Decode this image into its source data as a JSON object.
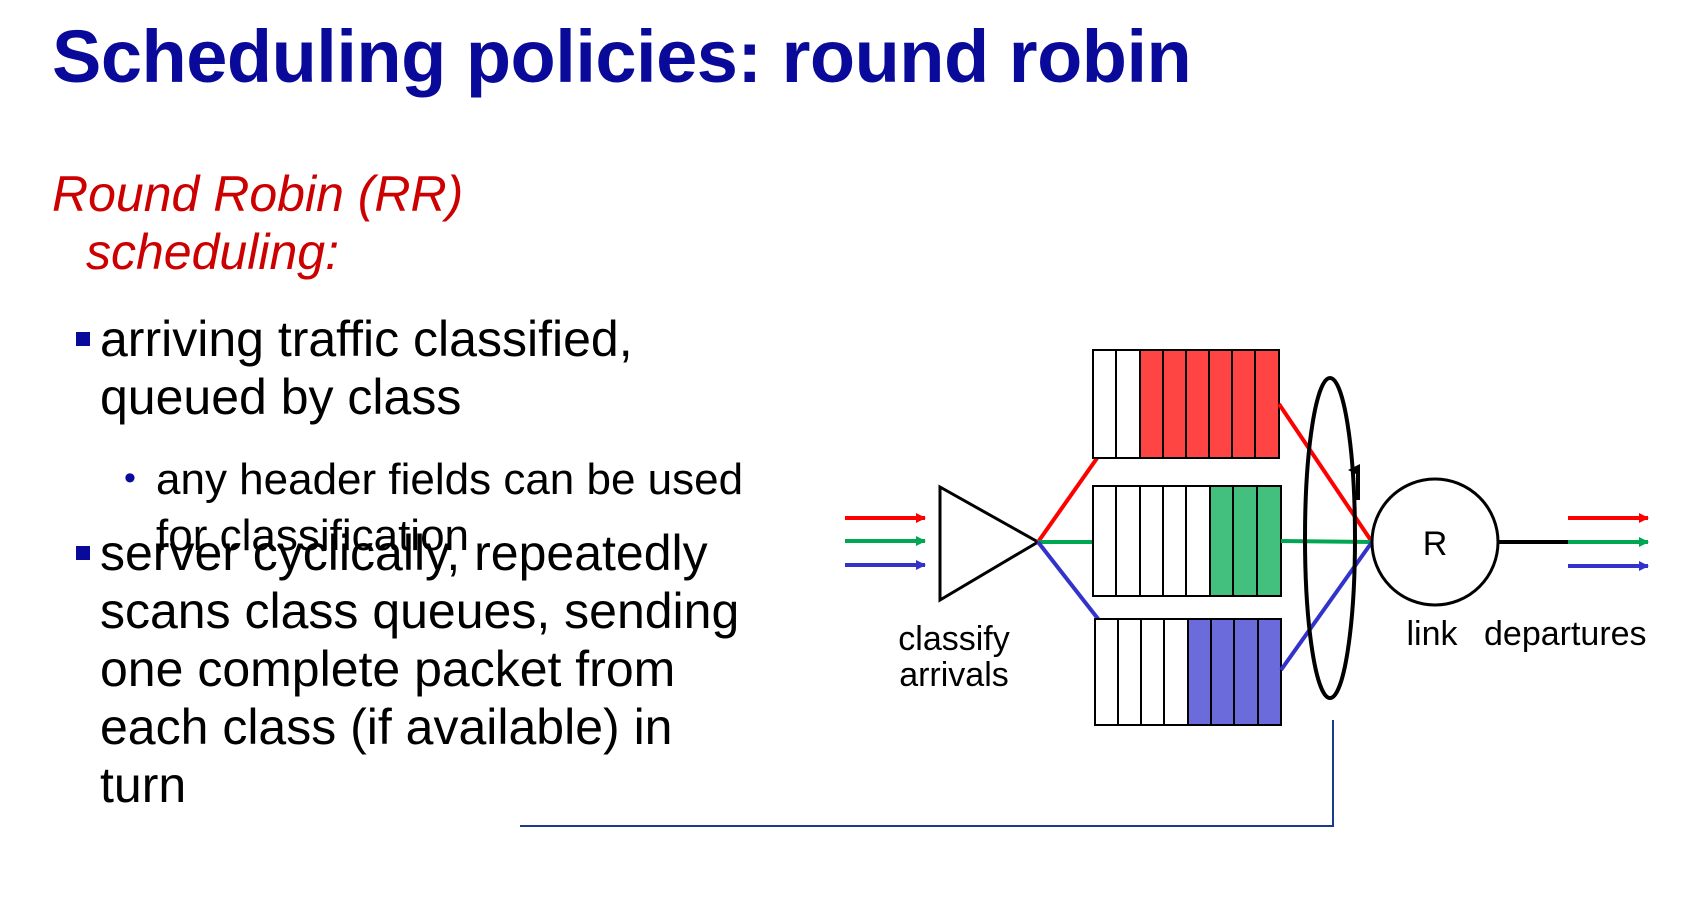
{
  "slide": {
    "title": "Scheduling policies: round robin",
    "subtitle_line1": "Round Robin (RR)",
    "subtitle_line2": "scheduling:",
    "bullets": [
      {
        "text": "arriving traffic classified, queued by class"
      },
      {
        "text": "server cyclically, repeatedly  scans class queues, sending one complete packet from each class (if available) in turn"
      }
    ],
    "sub_bullets": [
      {
        "text": "any header fields can be used for classification"
      }
    ]
  },
  "diagram": {
    "classify_label_line1": "classify",
    "classify_label_line2": "arrivals",
    "server_label": "R",
    "link_label": "link",
    "departures_label": "departures",
    "colors": {
      "red": "#ff0000",
      "green": "#00a651",
      "blue": "#3333cc",
      "red_fill": "#ff4444",
      "green_fill": "#44c07e",
      "blue_fill": "#6b6bdc",
      "title_blue": "#0a0a9a",
      "subtitle_red": "#cc0000"
    }
  }
}
